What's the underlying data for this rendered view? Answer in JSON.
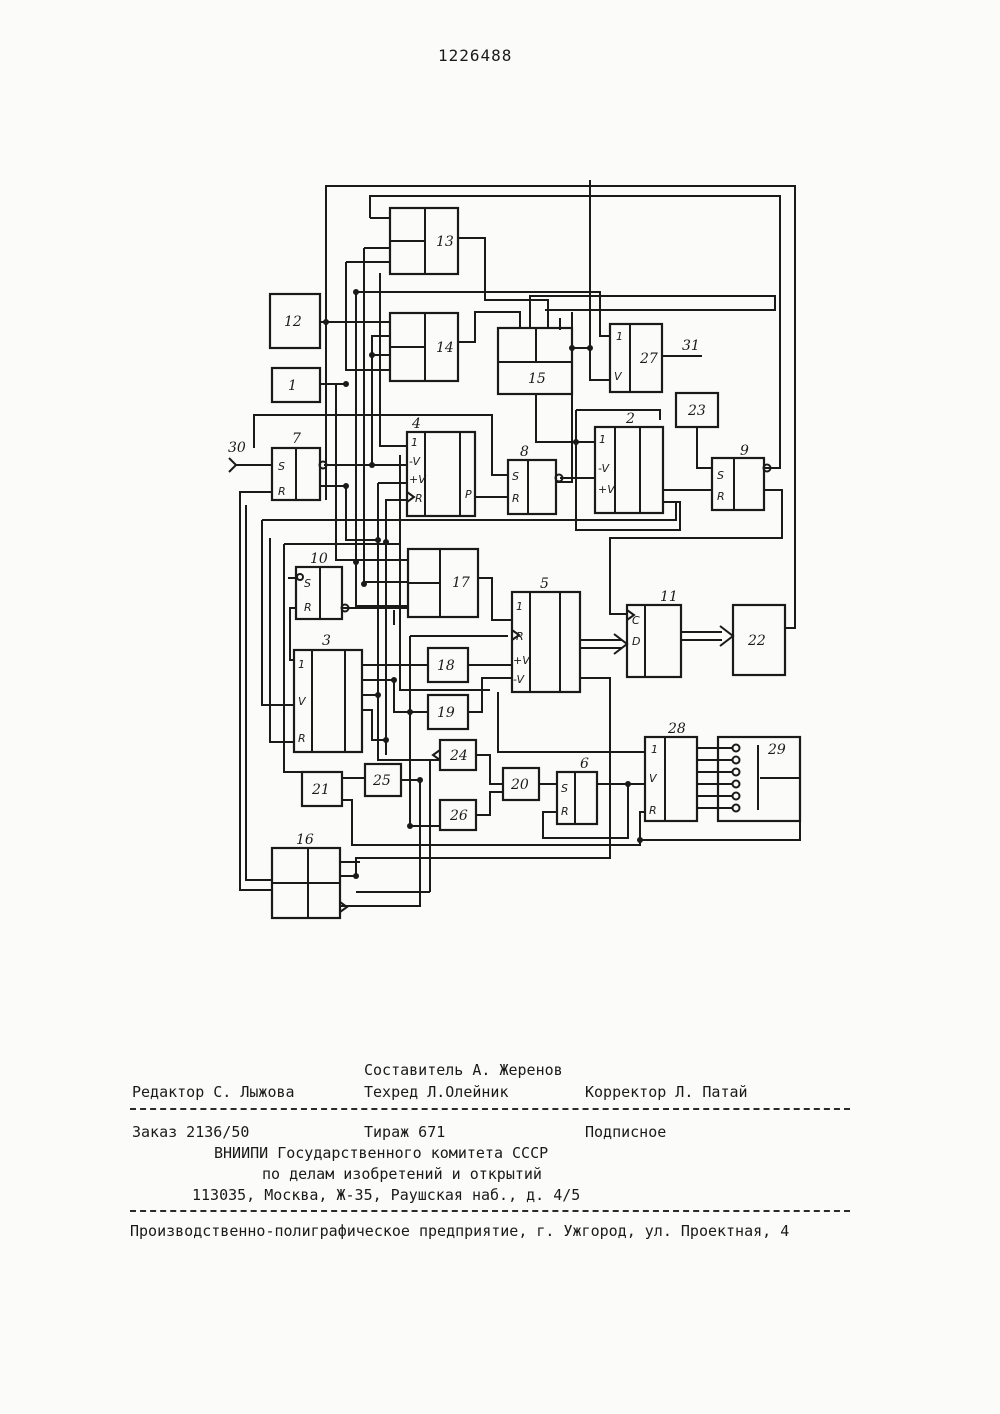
{
  "patent_number": "1226488",
  "diagram": {
    "blocks": {
      "b1": "1",
      "b2": "2",
      "b3": "3",
      "b4": "4",
      "b5": "5",
      "b6": "6",
      "b7": "7",
      "b8": "8",
      "b9": "9",
      "b10": "10",
      "b11": "11",
      "b12": "12",
      "b13": "13",
      "b14": "14",
      "b15": "15",
      "b16": "16",
      "b17": "17",
      "b18": "18",
      "b19": "19",
      "b20": "20",
      "b21": "21",
      "b22": "22",
      "b23": "23",
      "b24": "24",
      "b25": "25",
      "b26": "26",
      "b27": "27",
      "b28": "28",
      "b29": "29"
    },
    "io": {
      "input": "30",
      "output": "31"
    },
    "pins": {
      "one": "1",
      "minus_v": "-V",
      "plus_v": "+V",
      "plus_v2": "+V",
      "v": "V",
      "r": "R",
      "s": "S",
      "p": "P",
      "c": "C",
      "d": "D"
    }
  },
  "imprint": {
    "compiler": "Составитель А. Жеренов",
    "editor": "Редактор С. Лыжова",
    "techred": "Техред Л.Олейник",
    "corrector": "Корректор Л. Патай",
    "order": "Заказ 2136/50",
    "circulation": "Тираж 671",
    "subscription": "Подписное",
    "org_line1": "ВНИИПИ Государственного комитета СССР",
    "org_line2": "по делам изобретений и открытий",
    "address": "113035, Москва, Ж-35, Раушская наб., д. 4/5",
    "printer": "Производственно-полиграфическое предприятие, г. Ужгород, ул. Проектная, 4"
  }
}
